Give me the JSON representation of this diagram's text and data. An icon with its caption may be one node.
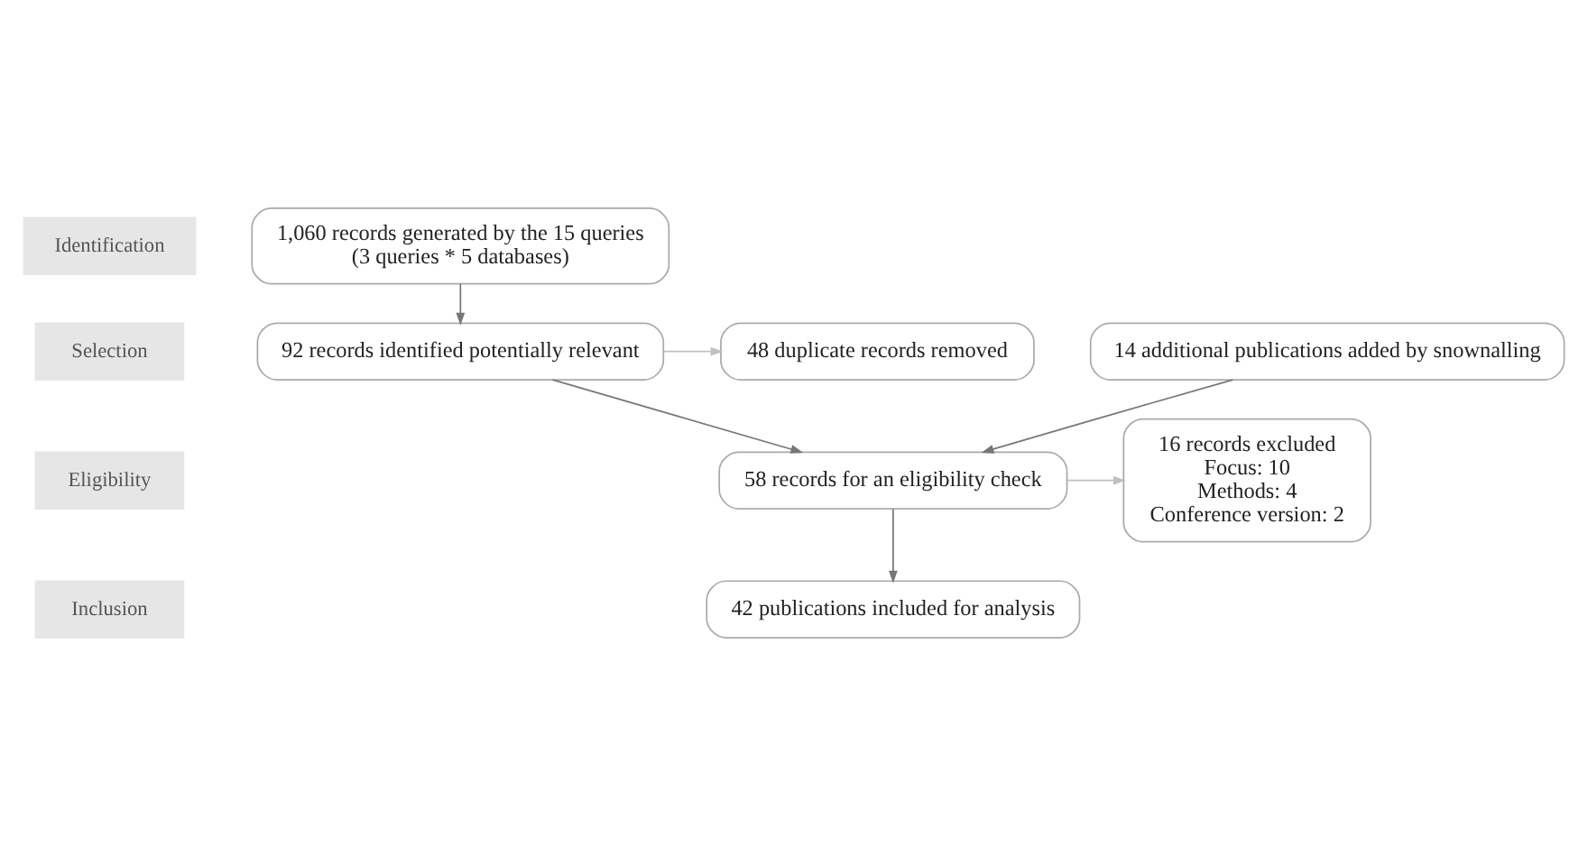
{
  "diagram": {
    "nodes": [
      {
        "text": [
          "Identification"
        ]
      },
      {
        "text": [
          "Selection"
        ]
      },
      {
        "text": [
          "Eligibility"
        ]
      },
      {
        "text": [
          "Inclusion"
        ]
      },
      {
        "text": [
          "1,060 records generated by the 15 queries",
          "(3 queries * 5 databases)"
        ]
      },
      {
        "text": [
          "92 records identified potentially relevant"
        ]
      },
      {
        "text": [
          "48 duplicate records removed"
        ]
      },
      {
        "text": [
          "14 additional publications added by snownalling"
        ]
      },
      {
        "text": [
          "58 records for an eligibility check"
        ]
      },
      {
        "text": [
          "16 records excluded",
          "Focus: 10",
          "Methods: 4",
          "Conference version: 2"
        ]
      },
      {
        "text": [
          "42 publications included for analysis"
        ]
      }
    ],
    "edges": [
      {
        "from": 4,
        "to": 5,
        "arrow": "to"
      },
      {
        "from": 5,
        "to": 8,
        "arrow": "to"
      },
      {
        "from": 5,
        "to": 6,
        "arrow": "to",
        "color": "#c0c0c0"
      },
      {
        "from": 7,
        "to": 8,
        "arrow": "to"
      },
      {
        "from": 8,
        "to": 10,
        "arrow": "to"
      },
      {
        "from": 8,
        "to": 9,
        "arrow": "to",
        "color": "#c0c0c0"
      }
    ]
  }
}
